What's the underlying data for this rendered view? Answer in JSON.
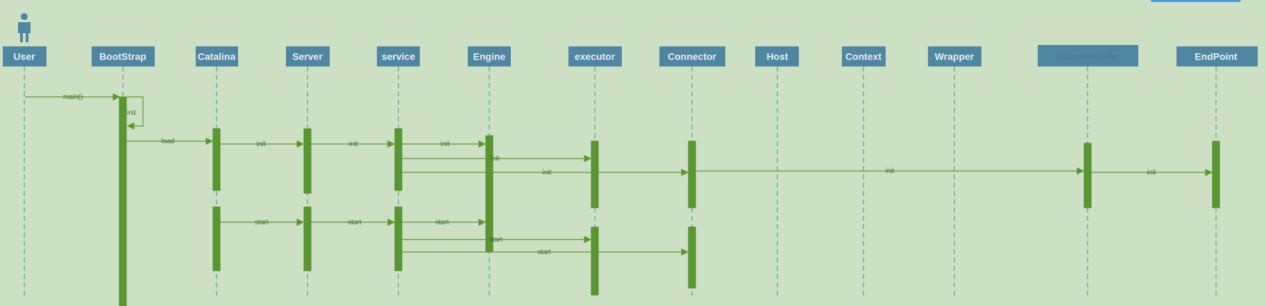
{
  "actor": {
    "icon": "person-icon",
    "color": "#4f87a3"
  },
  "lifelines": [
    {
      "id": "user",
      "label": "User"
    },
    {
      "id": "bootstrap",
      "label": "BootStrap"
    },
    {
      "id": "catalina",
      "label": "Catalina"
    },
    {
      "id": "server",
      "label": "Server"
    },
    {
      "id": "service",
      "label": "service"
    },
    {
      "id": "engine",
      "label": "Engine"
    },
    {
      "id": "executor",
      "label": "executor"
    },
    {
      "id": "connector",
      "label": "Connector"
    },
    {
      "id": "host",
      "label": "Host"
    },
    {
      "id": "context",
      "label": "Context"
    },
    {
      "id": "wrapper",
      "label": "Wrapper"
    },
    {
      "id": "protocolhandler",
      "label": "protocolHandler"
    },
    {
      "id": "endpoint",
      "label": "EndPoint"
    }
  ],
  "messages": [
    {
      "from": "user",
      "to": "bootstrap",
      "label": "main()"
    },
    {
      "from": "bootstrap",
      "to": "bootstrap",
      "label": "init",
      "self": true
    },
    {
      "from": "bootstrap",
      "to": "catalina",
      "label": "load"
    },
    {
      "from": "catalina",
      "to": "server",
      "label": "init"
    },
    {
      "from": "server",
      "to": "service",
      "label": "init"
    },
    {
      "from": "service",
      "to": "engine",
      "label": "init"
    },
    {
      "from": "service",
      "to": "executor",
      "label": "init"
    },
    {
      "from": "service",
      "to": "connector",
      "label": "init"
    },
    {
      "from": "connector",
      "to": "protocolhandler",
      "label": "init"
    },
    {
      "from": "protocolhandler",
      "to": "endpoint",
      "label": "init"
    },
    {
      "from": "catalina",
      "to": "server",
      "label": "start"
    },
    {
      "from": "server",
      "to": "service",
      "label": "start"
    },
    {
      "from": "service",
      "to": "engine",
      "label": "start"
    },
    {
      "from": "service",
      "to": "executor",
      "label": "start"
    },
    {
      "from": "service",
      "to": "connector",
      "label": "start"
    }
  ],
  "colors": {
    "background": "#cde0c3",
    "header": "#4f87a3",
    "activation": "#5a9631",
    "lifeline": "#4f83a0"
  }
}
